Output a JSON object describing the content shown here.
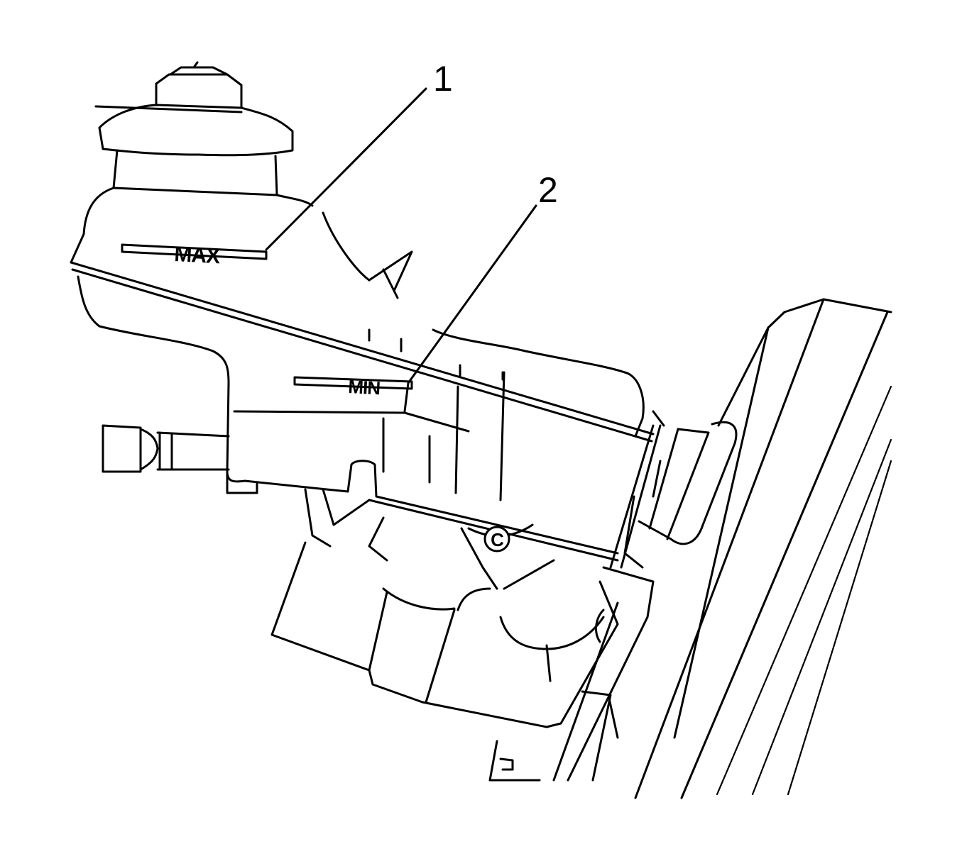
{
  "callouts": [
    {
      "number": "1"
    },
    {
      "number": "2"
    }
  ],
  "reservoir_marks": {
    "max_label": "MAX",
    "min_label": "MIN"
  },
  "logo_symbol": "C"
}
